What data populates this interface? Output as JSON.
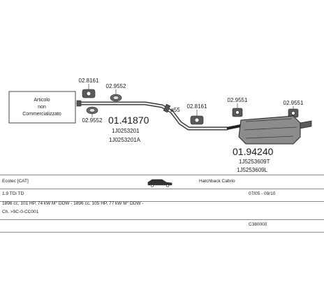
{
  "notice": {
    "line1": "Articolo",
    "line2": "non",
    "line3": "Commercializzato"
  },
  "parts": {
    "hanger_top_left": "02.8161",
    "clamp_top": "02.9552",
    "clamp_left": "02.9552",
    "front_pipe_code": "01.41870",
    "front_pipe_oem1": "1J0253201",
    "front_pipe_oem2": "1J0253201A",
    "diameter_mark": "ø55",
    "hanger_mid": "02.8161",
    "hanger_rear1": "02.9551",
    "hanger_rear2": "02.9551",
    "rear_silencer_code": "01.94240",
    "rear_silencer_oem1": "1J5253609T",
    "rear_silencer_oem2": "1J5253609L"
  },
  "info": {
    "model": "Ecotec [CAT]",
    "body_type": "Hatchback Cabrio",
    "engine": "1.9 TDi TD",
    "years": "07/05 - 09/10",
    "specs": "1896 cc, 101 HP, 74 kW M° DDW - 1896 cc, 105 HP, 77 kW M° DDW -",
    "chassis": "Ch. >9C-0-CC001",
    "catalogue_code": "C380000"
  }
}
